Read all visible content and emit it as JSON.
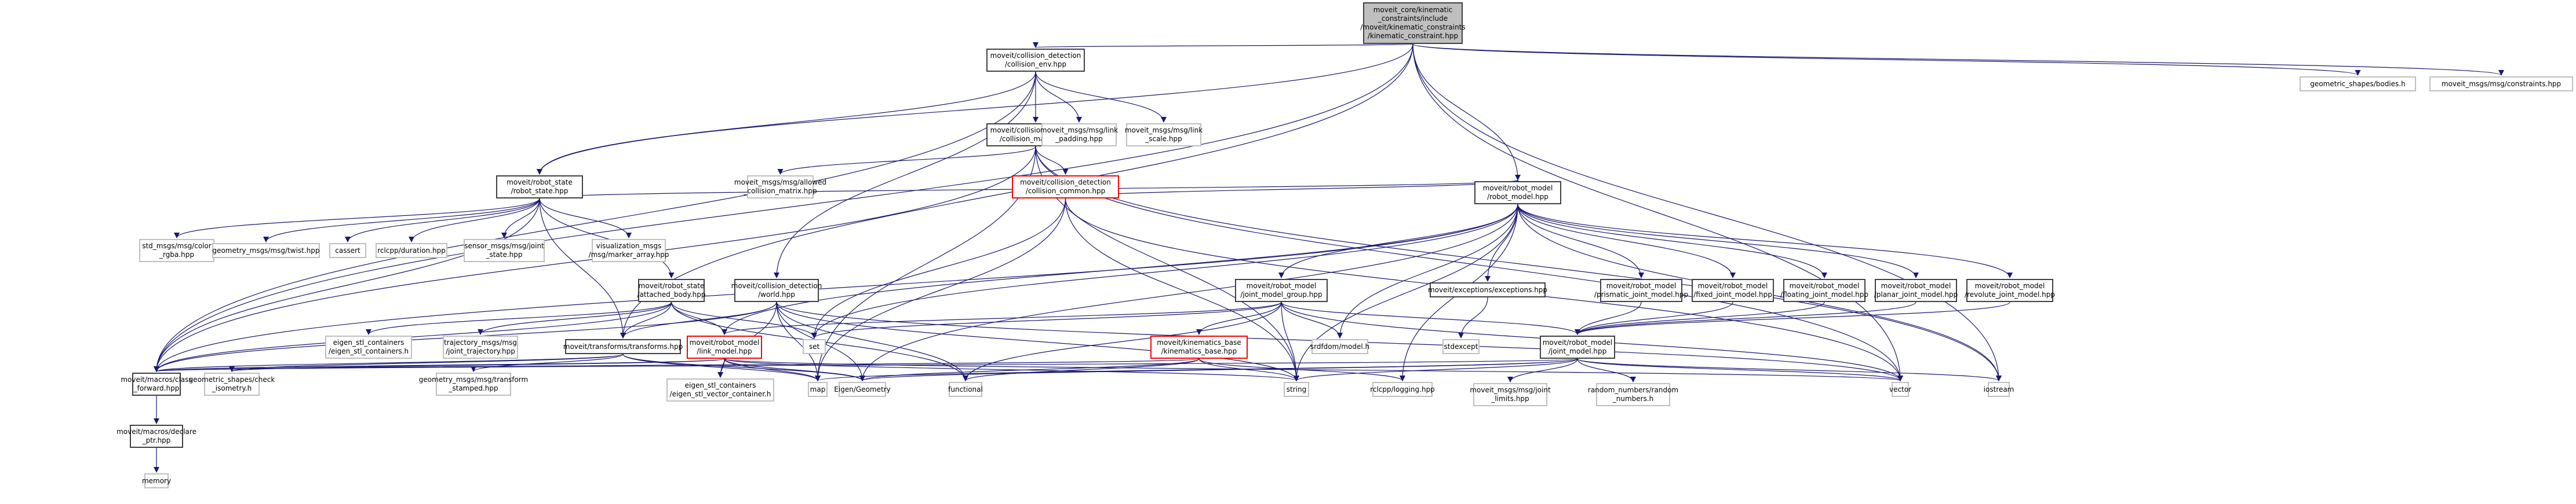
{
  "diagram": {
    "type": "include-dependency-graph",
    "colors": {
      "edge": "#191970",
      "root_fill": "#bfbfbf",
      "documented_border": "#404040",
      "external_border": "#bfbfbf",
      "truncated_border": "#ff0000"
    },
    "nodes": [
      {
        "id": "root",
        "label": "moveit_core/kinematic\n_constraints/include\n/moveit/kinematic_constraints\n/kinematic_constraint.hpp",
        "kind": "root"
      },
      {
        "id": "collision_env",
        "label": "moveit/collision_detection\n/collision_env.hpp",
        "kind": "doc"
      },
      {
        "id": "geometric_bodies",
        "label": "geometric_shapes/bodies.h",
        "kind": "ext"
      },
      {
        "id": "constraints_msg",
        "label": "moveit_msgs/msg/constraints.hpp",
        "kind": "ext"
      },
      {
        "id": "collision_matrix",
        "label": "moveit/collision_detection\n/collision_matrix.hpp",
        "kind": "doc"
      },
      {
        "id": "link_padding",
        "label": "moveit_msgs/msg/link\n_padding.hpp",
        "kind": "ext"
      },
      {
        "id": "link_scale",
        "label": "moveit_msgs/msg/link\n_scale.hpp",
        "kind": "ext"
      },
      {
        "id": "robot_state",
        "label": "moveit/robot_state\n/robot_state.hpp",
        "kind": "doc"
      },
      {
        "id": "allowed_cm",
        "label": "moveit_msgs/msg/allowed\n_collision_matrix.hpp",
        "kind": "ext"
      },
      {
        "id": "collision_common",
        "label": "moveit/collision_detection\n/collision_common.hpp",
        "kind": "red"
      },
      {
        "id": "robot_model",
        "label": "moveit/robot_model\n/robot_model.hpp",
        "kind": "doc"
      },
      {
        "id": "color_rgba",
        "label": "std_msgs/msg/color\n_rgba.hpp",
        "kind": "ext"
      },
      {
        "id": "twist",
        "label": "geometry_msgs/msg/twist.hpp",
        "kind": "ext"
      },
      {
        "id": "cassert",
        "label": "cassert",
        "kind": "ext"
      },
      {
        "id": "duration",
        "label": "rclcpp/duration.hpp",
        "kind": "ext"
      },
      {
        "id": "joint_state",
        "label": "sensor_msgs/msg/joint\n_state.hpp",
        "kind": "ext"
      },
      {
        "id": "marker_array",
        "label": "visualization_msgs\n/msg/marker_array.hpp",
        "kind": "ext"
      },
      {
        "id": "attached_body",
        "label": "moveit/robot_state\n/attached_body.hpp",
        "kind": "doc"
      },
      {
        "id": "world",
        "label": "moveit/collision_detection\n/world.hpp",
        "kind": "doc"
      },
      {
        "id": "joint_model_group",
        "label": "moveit/robot_model\n/joint_model_group.hpp",
        "kind": "doc"
      },
      {
        "id": "exceptions",
        "label": "moveit/exceptions/exceptions.hpp",
        "kind": "doc"
      },
      {
        "id": "prismatic",
        "label": "moveit/robot_model\n/prismatic_joint_model.hpp",
        "kind": "doc"
      },
      {
        "id": "fixed",
        "label": "moveit/robot_model\n/fixed_joint_model.hpp",
        "kind": "doc"
      },
      {
        "id": "floating",
        "label": "moveit/robot_model\n/floating_joint_model.hpp",
        "kind": "doc"
      },
      {
        "id": "planar",
        "label": "moveit/robot_model\n/planar_joint_model.hpp",
        "kind": "doc"
      },
      {
        "id": "revolute",
        "label": "moveit/robot_model\n/revolute_joint_model.hpp",
        "kind": "doc"
      },
      {
        "id": "eigen_stl_containers",
        "label": "eigen_stl_containers\n/eigen_stl_containers.h",
        "kind": "ext"
      },
      {
        "id": "joint_trajectory",
        "label": "trajectory_msgs/msg\n/joint_trajectory.hpp",
        "kind": "ext"
      },
      {
        "id": "transforms",
        "label": "moveit/transforms/transforms.hpp",
        "kind": "doc"
      },
      {
        "id": "link_model",
        "label": "moveit/robot_model\n/link_model.hpp",
        "kind": "red"
      },
      {
        "id": "set",
        "label": "set",
        "kind": "ext"
      },
      {
        "id": "kinematics_base",
        "label": "moveit/kinematics_base\n/kinematics_base.hpp",
        "kind": "red"
      },
      {
        "id": "srdfdom",
        "label": "srdfdom/model.h",
        "kind": "ext"
      },
      {
        "id": "stdexcept",
        "label": "stdexcept",
        "kind": "ext"
      },
      {
        "id": "joint_model",
        "label": "moveit/robot_model\n/joint_model.hpp",
        "kind": "doc"
      },
      {
        "id": "class_forward",
        "label": "moveit/macros/class\n_forward.hpp",
        "kind": "doc"
      },
      {
        "id": "check_isometry",
        "label": "geometric_shapes/check\n_isometry.h",
        "kind": "ext"
      },
      {
        "id": "transform_stamped",
        "label": "geometry_msgs/msg/transform\n_stamped.hpp",
        "kind": "ext"
      },
      {
        "id": "map",
        "label": "map",
        "kind": "ext"
      },
      {
        "id": "eigen_vector",
        "label": "eigen_stl_containers\n/eigen_stl_vector_container.h",
        "kind": "ext"
      },
      {
        "id": "eigen_geometry",
        "label": "Eigen/Geometry",
        "kind": "ext"
      },
      {
        "id": "functional",
        "label": "functional",
        "kind": "ext"
      },
      {
        "id": "string",
        "label": "string",
        "kind": "ext"
      },
      {
        "id": "logging",
        "label": "rclcpp/logging.hpp",
        "kind": "ext"
      },
      {
        "id": "vector",
        "label": "vector",
        "kind": "ext"
      },
      {
        "id": "iostream",
        "label": "iostream",
        "kind": "ext"
      },
      {
        "id": "joint_limits",
        "label": "moveit_msgs/msg/joint\n_limits.hpp",
        "kind": "ext"
      },
      {
        "id": "random_numbers",
        "label": "random_numbers/random\n_numbers.h",
        "kind": "ext"
      },
      {
        "id": "declare_ptr",
        "label": "moveit/macros/declare\n_ptr.hpp",
        "kind": "doc"
      },
      {
        "id": "memory",
        "label": "memory",
        "kind": "ext"
      }
    ],
    "edges": [
      [
        "root",
        "collision_env"
      ],
      [
        "root",
        "geometric_bodies"
      ],
      [
        "root",
        "constraints_msg"
      ],
      [
        "root",
        "robot_model"
      ],
      [
        "root",
        "robot_state"
      ],
      [
        "root",
        "class_forward"
      ],
      [
        "root",
        "transforms"
      ],
      [
        "root",
        "vector"
      ],
      [
        "root",
        "iostream"
      ],
      [
        "collision_env",
        "collision_matrix"
      ],
      [
        "collision_env",
        "link_padding"
      ],
      [
        "collision_env",
        "link_scale"
      ],
      [
        "collision_env",
        "robot_state"
      ],
      [
        "collision_env",
        "world"
      ],
      [
        "collision_env",
        "class_forward"
      ],
      [
        "collision_matrix",
        "allowed_cm"
      ],
      [
        "collision_matrix",
        "collision_common"
      ],
      [
        "collision_matrix",
        "class_forward"
      ],
      [
        "collision_matrix",
        "map"
      ],
      [
        "collision_matrix",
        "string"
      ],
      [
        "collision_matrix",
        "vector"
      ],
      [
        "collision_matrix",
        "iostream"
      ],
      [
        "collision_common",
        "robot_model"
      ],
      [
        "collision_common",
        "set"
      ],
      [
        "collision_common",
        "map"
      ],
      [
        "collision_common",
        "string"
      ],
      [
        "collision_common",
        "vector"
      ],
      [
        "robot_state",
        "robot_model"
      ],
      [
        "robot_state",
        "color_rgba"
      ],
      [
        "robot_state",
        "twist"
      ],
      [
        "robot_state",
        "cassert"
      ],
      [
        "robot_state",
        "duration"
      ],
      [
        "robot_state",
        "joint_state"
      ],
      [
        "robot_state",
        "marker_array"
      ],
      [
        "robot_state",
        "attached_body"
      ],
      [
        "robot_state",
        "transforms"
      ],
      [
        "robot_state",
        "class_forward"
      ],
      [
        "attached_body",
        "eigen_stl_containers"
      ],
      [
        "attached_body",
        "joint_trajectory"
      ],
      [
        "attached_body",
        "transforms"
      ],
      [
        "attached_body",
        "link_model"
      ],
      [
        "attached_body",
        "set"
      ],
      [
        "attached_body",
        "functional"
      ],
      [
        "attached_body",
        "class_forward"
      ],
      [
        "world",
        "transforms"
      ],
      [
        "world",
        "class_forward"
      ],
      [
        "world",
        "eigen_vector"
      ],
      [
        "world",
        "eigen_geometry"
      ],
      [
        "world",
        "map"
      ],
      [
        "world",
        "string"
      ],
      [
        "world",
        "vector"
      ],
      [
        "world",
        "functional"
      ],
      [
        "robot_model",
        "joint_model_group"
      ],
      [
        "robot_model",
        "exceptions"
      ],
      [
        "robot_model",
        "prismatic"
      ],
      [
        "robot_model",
        "fixed"
      ],
      [
        "robot_model",
        "floating"
      ],
      [
        "robot_model",
        "planar"
      ],
      [
        "robot_model",
        "revolute"
      ],
      [
        "robot_model",
        "srdfdom"
      ],
      [
        "robot_model",
        "link_model"
      ],
      [
        "robot_model",
        "class_forward"
      ],
      [
        "robot_model",
        "eigen_geometry"
      ],
      [
        "robot_model",
        "string"
      ],
      [
        "robot_model",
        "logging"
      ],
      [
        "robot_model",
        "iostream"
      ],
      [
        "robot_model",
        "set"
      ],
      [
        "joint_model_group",
        "link_model"
      ],
      [
        "joint_model_group",
        "kinematics_base"
      ],
      [
        "joint_model_group",
        "srdfdom"
      ],
      [
        "joint_model_group",
        "set"
      ],
      [
        "joint_model_group",
        "functional"
      ],
      [
        "joint_model_group",
        "string"
      ],
      [
        "joint_model_group",
        "vector"
      ],
      [
        "joint_model_group",
        "joint_model"
      ],
      [
        "exceptions",
        "stdexcept"
      ],
      [
        "prismatic",
        "joint_model"
      ],
      [
        "fixed",
        "joint_model"
      ],
      [
        "floating",
        "joint_model"
      ],
      [
        "planar",
        "joint_model"
      ],
      [
        "revolute",
        "joint_model"
      ],
      [
        "transforms",
        "class_forward"
      ],
      [
        "transforms",
        "check_isometry"
      ],
      [
        "transforms",
        "transform_stamped"
      ],
      [
        "transforms",
        "map"
      ],
      [
        "transforms",
        "eigen_geometry"
      ],
      [
        "link_model",
        "class_forward"
      ],
      [
        "link_model",
        "eigen_vector"
      ],
      [
        "link_model",
        "eigen_geometry"
      ],
      [
        "link_model",
        "map"
      ],
      [
        "link_model",
        "string"
      ],
      [
        "link_model",
        "vector"
      ],
      [
        "link_model",
        "check_isometry"
      ],
      [
        "kinematics_base",
        "class_forward"
      ],
      [
        "kinematics_base",
        "functional"
      ],
      [
        "kinematics_base",
        "string"
      ],
      [
        "kinematics_base",
        "logging"
      ],
      [
        "kinematics_base",
        "eigen_geometry"
      ],
      [
        "joint_model",
        "class_forward"
      ],
      [
        "joint_model",
        "eigen_geometry"
      ],
      [
        "joint_model",
        "string"
      ],
      [
        "joint_model",
        "vector"
      ],
      [
        "joint_model",
        "iostream"
      ],
      [
        "joint_model",
        "joint_limits"
      ],
      [
        "joint_model",
        "random_numbers"
      ],
      [
        "joint_model",
        "map"
      ],
      [
        "class_forward",
        "declare_ptr"
      ],
      [
        "declare_ptr",
        "memory"
      ]
    ]
  }
}
